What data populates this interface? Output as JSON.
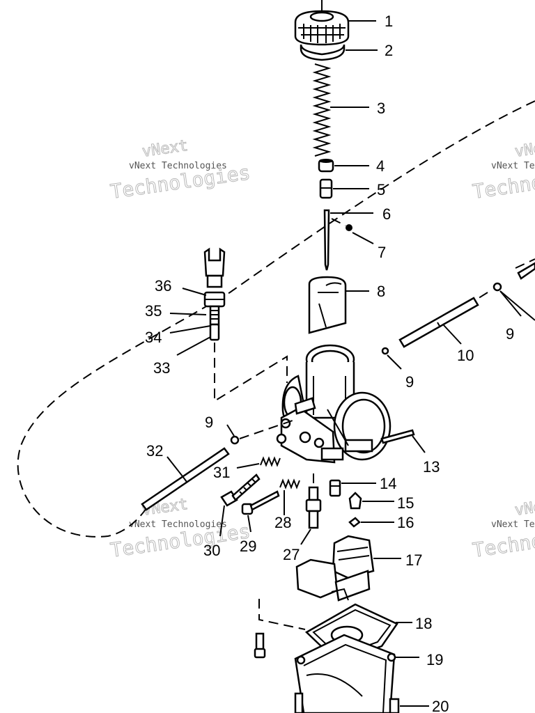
{
  "callouts": [
    {
      "id": "1",
      "text": "1"
    },
    {
      "id": "2",
      "text": "2"
    },
    {
      "id": "3",
      "text": "3"
    },
    {
      "id": "4",
      "text": "4"
    },
    {
      "id": "5",
      "text": "5"
    },
    {
      "id": "6",
      "text": "6"
    },
    {
      "id": "7",
      "text": "7"
    },
    {
      "id": "8",
      "text": "8"
    },
    {
      "id": "9a",
      "text": "9"
    },
    {
      "id": "9b",
      "text": "9"
    },
    {
      "id": "9c",
      "text": "9"
    },
    {
      "id": "10",
      "text": "10"
    },
    {
      "id": "13",
      "text": "13"
    },
    {
      "id": "14",
      "text": "14"
    },
    {
      "id": "15",
      "text": "15"
    },
    {
      "id": "16",
      "text": "16"
    },
    {
      "id": "17",
      "text": "17"
    },
    {
      "id": "18",
      "text": "18"
    },
    {
      "id": "19",
      "text": "19"
    },
    {
      "id": "20",
      "text": "20"
    },
    {
      "id": "27",
      "text": "27"
    },
    {
      "id": "28",
      "text": "28"
    },
    {
      "id": "29",
      "text": "29"
    },
    {
      "id": "30",
      "text": "30"
    },
    {
      "id": "31",
      "text": "31"
    },
    {
      "id": "32",
      "text": "32"
    },
    {
      "id": "33",
      "text": "33"
    },
    {
      "id": "34",
      "text": "34"
    },
    {
      "id": "35",
      "text": "35"
    },
    {
      "id": "36",
      "text": "36"
    }
  ],
  "watermark": {
    "line1": "vNext",
    "line2": "vNext Technologies",
    "line3": "Technologies",
    "right1": "vNext",
    "right2": "vNext Te",
    "right3": "Techno"
  }
}
